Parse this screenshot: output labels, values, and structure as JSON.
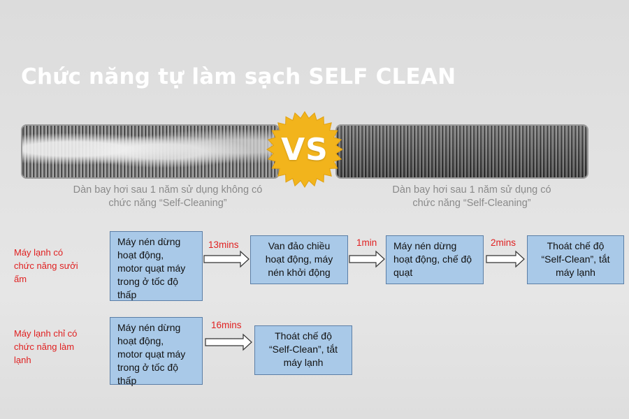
{
  "title": "Chức năng tự làm sạch SELF CLEAN",
  "vs_label": "VS",
  "captions": {
    "left": [
      "Dàn bay hơi sau 1 năm sử dụng không có",
      "chức năng “Self-Cleaning”"
    ],
    "right": [
      "Dàn bay hơi sau 1 năm sử dụng có",
      "chức năng “Self-Cleaning”"
    ]
  },
  "rows": [
    {
      "label": [
        "Máy lạnh có",
        "chức năng sưởi",
        "ấm"
      ],
      "steps": [
        [
          "Máy nén dừng",
          "hoạt động,",
          "motor quạt máy",
          "trong ở tốc độ",
          "thấp"
        ],
        [
          "Van đảo chiều",
          "hoạt động, máy",
          "nén khởi động"
        ],
        [
          "Máy nén dừng",
          "hoạt động, chế độ",
          "quạt"
        ],
        [
          "Thoát chế độ",
          "“Self-Clean”, tắt",
          "máy lạnh"
        ]
      ],
      "durations": [
        "13mins",
        "1min",
        "2mins"
      ]
    },
    {
      "label": [
        "Máy lạnh chỉ có",
        "chức năng làm",
        "lạnh"
      ],
      "steps": [
        [
          "Máy nén dừng",
          "hoạt động,",
          "motor quạt máy",
          "trong ở tốc độ",
          "thấp"
        ],
        [
          "Thoát chế độ",
          "“Self-Clean”, tắt",
          "máy lạnh"
        ]
      ],
      "durations": [
        "16mins"
      ]
    }
  ],
  "colors": {
    "box_fill": "#a9c9e8",
    "box_border": "#5b7ea6",
    "highlight_red": "#e02020",
    "vs_gold": "#f2b41c",
    "title_white": "#ffffff"
  }
}
